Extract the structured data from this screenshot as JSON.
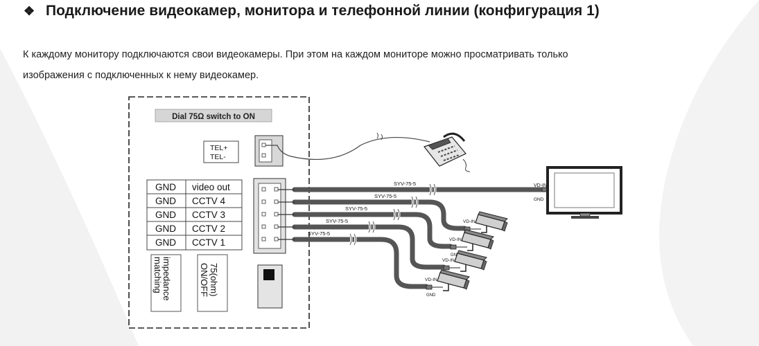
{
  "heading": {
    "bullet": "❖",
    "title": "Подключение видеокамер, монитора и телефонной линии (конфигурация 1)"
  },
  "paragraph": {
    "line1": "К каждому монитору подключаются свои видеокамеры. При этом на каждом мониторе можно просматривать только",
    "line2": "изображения с подключенных к нему видеокамер."
  },
  "diagram": {
    "dial_note": "Dial 75Ω switch to ON",
    "tel_plus": "TEL+",
    "tel_minus": "TEL-",
    "terminals": [
      {
        "gnd": "GND",
        "signal": "video out"
      },
      {
        "gnd": "GND",
        "signal": "CCTV 4"
      },
      {
        "gnd": "GND",
        "signal": "CCTV 3"
      },
      {
        "gnd": "GND",
        "signal": "CCTV 2"
      },
      {
        "gnd": "GND",
        "signal": "CCTV 1"
      }
    ],
    "impedance_line1": "impedance",
    "impedance_line2": "matching",
    "ohm_line1": "75(ohm)",
    "ohm_line2": "ON/OFF",
    "cable_label": "SYV-75-5",
    "vd_in": "VD-IN",
    "gnd_small": "GND",
    "colors": {
      "cable": "#555555",
      "outline": "#222222",
      "heading": "#1a1a1a"
    }
  }
}
